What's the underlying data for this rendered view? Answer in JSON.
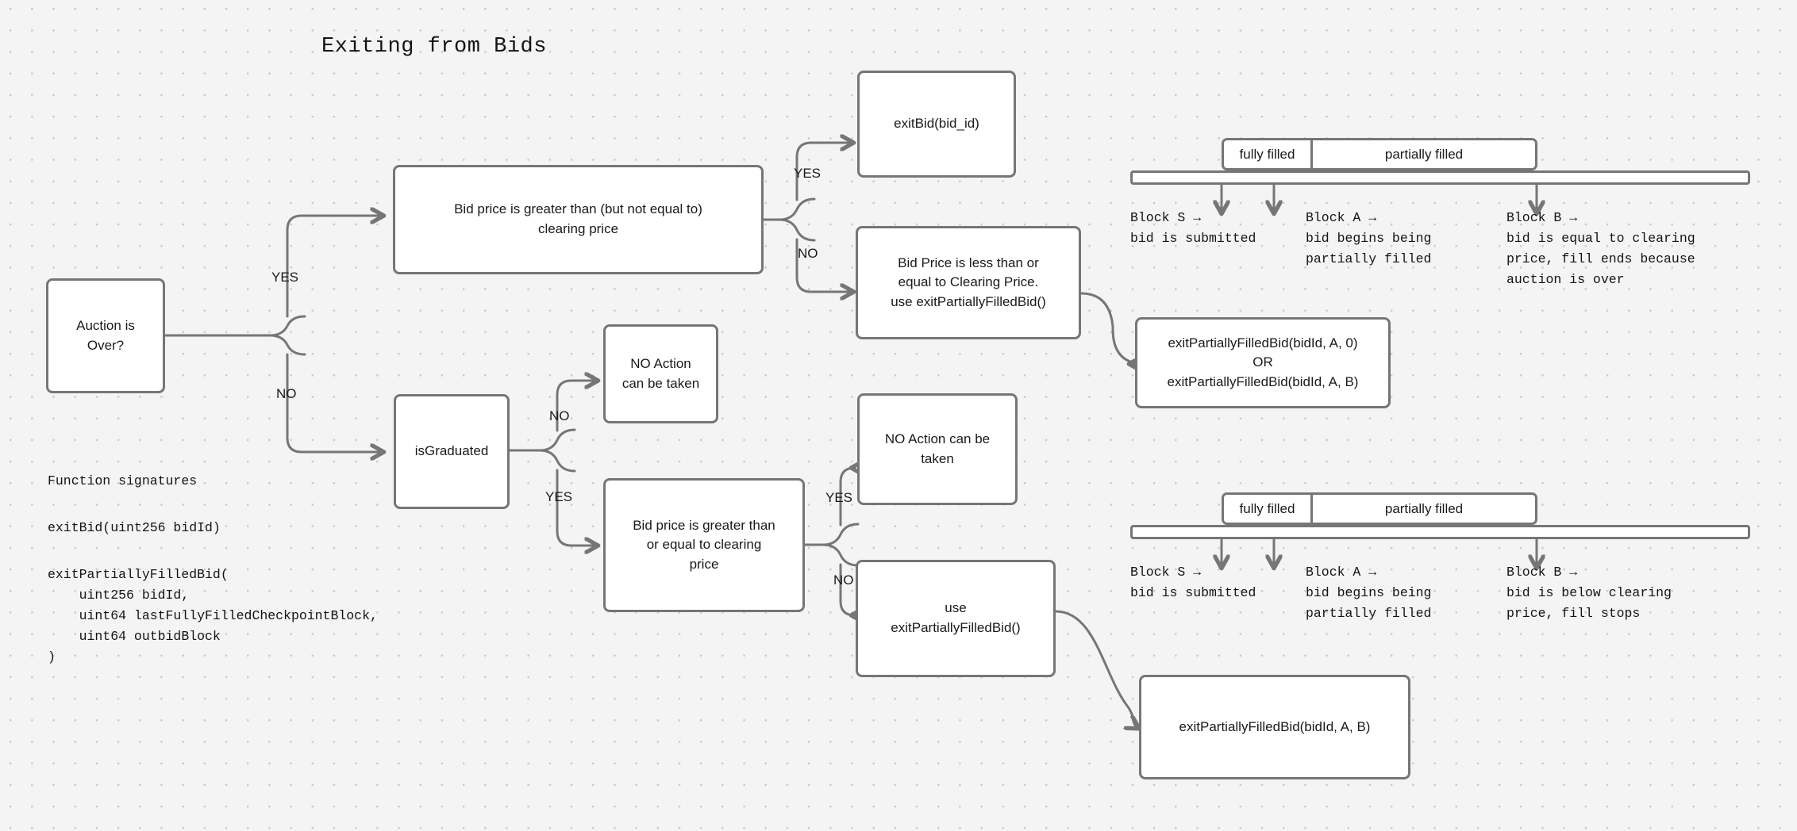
{
  "title": "Exiting from Bids",
  "nodes": {
    "auction_over": "Auction is\nOver?",
    "bid_gt_clearing": "Bid price is greater than (but not equal to)\nclearing price",
    "exit_bid": "exitBid(bid_id)",
    "bid_lte_clearing": "Bid Price is less than or\nequal to Clearing Price.\nuse exitPartiallyFilledBid()",
    "is_graduated": "isGraduated",
    "no_action_1": "NO Action\ncan be taken",
    "bid_gte_clearing": "Bid price is greater than\nor equal to clearing\nprice",
    "no_action_2": "NO Action can be\ntaken",
    "use_epfb": "use\nexitPartiallyFilledBid()",
    "epfb_or": "exitPartiallyFilledBid(bidId, A, 0)\nOR\nexitPartiallyFilledBid(bidId, A, B)",
    "epfb_ab": "exitPartiallyFilledBid(bidId, A, B)"
  },
  "edge_labels": {
    "auction_yes": "YES",
    "auction_no": "NO",
    "bid_gt_yes": "YES",
    "bid_gt_no": "NO",
    "graduated_no": "NO",
    "graduated_yes": "YES",
    "gte_yes": "YES",
    "gte_no": "NO"
  },
  "signatures": {
    "heading": "Function signatures",
    "exit_bid": "exitBid(uint256 bidId)",
    "exit_partially_filled_bid": "exitPartiallyFilledBid(\n    uint256 bidId,\n    uint64 lastFullyFilledCheckpointBlock,\n    uint64 outbidBlock\n)"
  },
  "timelines": [
    {
      "id": "timeline-top",
      "segments": [
        "fully filled",
        "partially filled"
      ],
      "markers": [
        "Block S →\nbid is submitted",
        "Block A →\nbid begins being\npartially filled",
        "Block B →\nbid is equal to clearing\nprice, fill ends because\nauction is over"
      ]
    },
    {
      "id": "timeline-bottom",
      "segments": [
        "fully filled",
        "partially filled"
      ],
      "markers": [
        "Block S →\nbid is submitted",
        "Block A →\nbid begins being\npartially filled",
        "Block B →\nbid is below clearing\nprice, fill stops"
      ]
    }
  ],
  "colors": {
    "background": "#f4f4f4",
    "stroke": "#767676",
    "node_fill": "#ffffff",
    "text": "#1a1a1a",
    "dot": "#c9c9c9"
  }
}
